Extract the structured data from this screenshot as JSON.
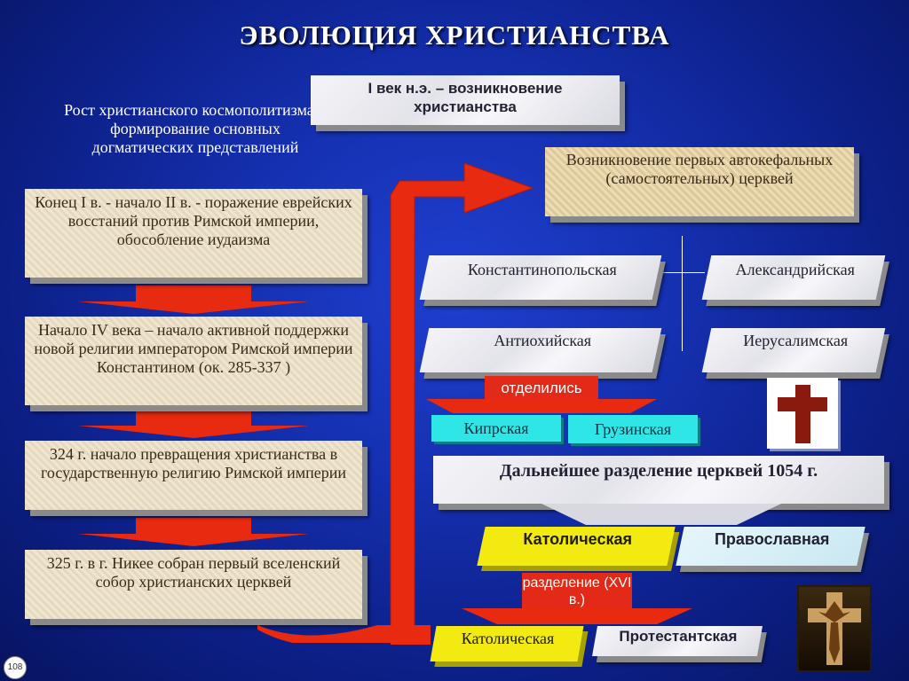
{
  "title": "ЭВОЛЮЦИЯ ХРИСТИАНСТВА",
  "top_box": "I век н.э. – возникновение христианства",
  "left_caption": "Рост христианского космополитизма и формирование основных догматических представлений",
  "left_steps": [
    "Конец I в. - начало II в. - поражение еврейских восстаний против Римской империи, обособление иудаизма",
    "Начало IV века – начало активной поддержки новой религии императором Римской империи Константином (ок. 285-337 )",
    "324 г. начало превращения христианства в государственную религию Римской империи",
    "325 г. в г. Никее собран первый вселенский собор христианских церквей"
  ],
  "autocephalous": "Возникновение первых автокефальных (самостоятельных) церквей",
  "churches": {
    "constantinople": "Константинопольская",
    "alexandria": "Александрийская",
    "antioch": "Антиохийская",
    "jerusalem": "Иерусалимская"
  },
  "separated_label": "отделились",
  "cyprus": "Кипрская",
  "georgia": "Грузинская",
  "further_division": "Дальнейшее разделение церквей 1054 г.",
  "catholic": "Католическая",
  "orthodox": "Православная",
  "division_label": "разделение (XVI в.)",
  "catholic_2": "Католическая",
  "protestant": "Протестантская",
  "slide_number": "108",
  "colors": {
    "background": "#1530b0",
    "arrow_red": "#e82a10",
    "cyan": "#2ee6e6",
    "yellow": "#f2ea10"
  }
}
